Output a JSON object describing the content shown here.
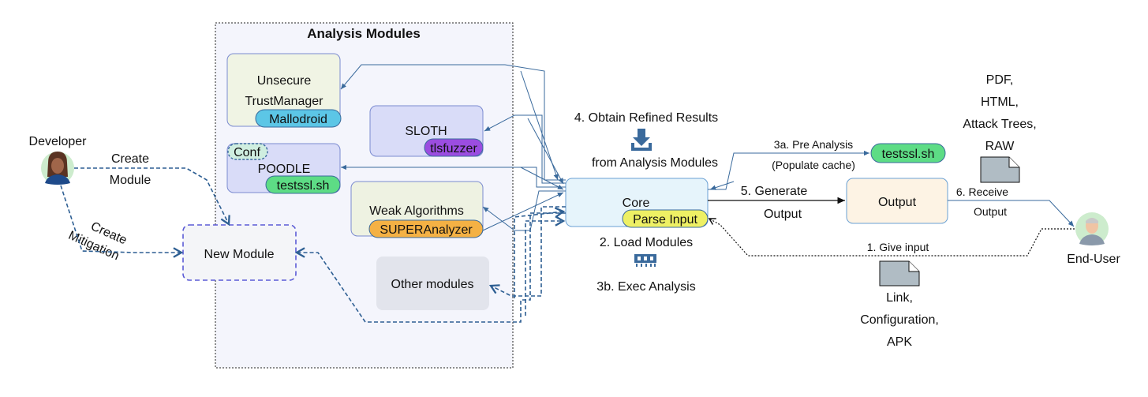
{
  "panel": {
    "title": "Analysis Modules"
  },
  "modules": {
    "unsecure": {
      "line1": "Unsecure",
      "line2": "TrustManager",
      "tag": "Mallodroid"
    },
    "sloth": {
      "name": "SLOTH",
      "tag": "tlsfuzzer"
    },
    "poodle": {
      "conf": "Conf",
      "name": "POODLE",
      "tag": "testssl.sh"
    },
    "weak": {
      "name": "Weak Algorithms",
      "tag": "SUPERAnalyzer"
    },
    "other": {
      "name": "Other modules"
    }
  },
  "new_module": {
    "label": "New Module"
  },
  "developer": {
    "label": "Developer",
    "create_module": [
      "Create",
      "Module"
    ],
    "create_mitigation": [
      "Create",
      "Mitigation"
    ]
  },
  "core": {
    "label": "Core",
    "tag": "Parse Input"
  },
  "steps": {
    "obtain": [
      "4. Obtain Refined Results",
      "from Analysis Modules"
    ],
    "load": "2. Load Modules",
    "exec": "3b. Exec Analysis",
    "pre": [
      "3a. Pre Analysis",
      "(Populate cache)"
    ],
    "pre_tag": "testssl.sh",
    "generate": [
      "5. Generate",
      "Output"
    ],
    "receive": [
      "6. Receive",
      "Output"
    ],
    "give_input": "1. Give input"
  },
  "output": {
    "label": "Output",
    "formats": [
      "PDF,",
      "HTML,",
      "Attack Trees,",
      "RAW"
    ]
  },
  "end_user": {
    "label": "End-User"
  },
  "input_doc": {
    "lines": [
      "Link,",
      "Configuration,",
      "APK"
    ]
  },
  "colors": {
    "arrow_blue": "#3a6a9c",
    "dashed_blue": "#2e5f93",
    "panel_fill": "#f4f5fc",
    "core_fill": "#e6f4fb",
    "output_fill": "#fdf3e4",
    "tag_green": "#5ddc85",
    "tag_cyan": "#5cc6e6",
    "tag_purple": "#9b4de0",
    "tag_orange": "#f4b144",
    "tag_yellow": "#eef064",
    "new_module_border": "#5b5bd6"
  }
}
